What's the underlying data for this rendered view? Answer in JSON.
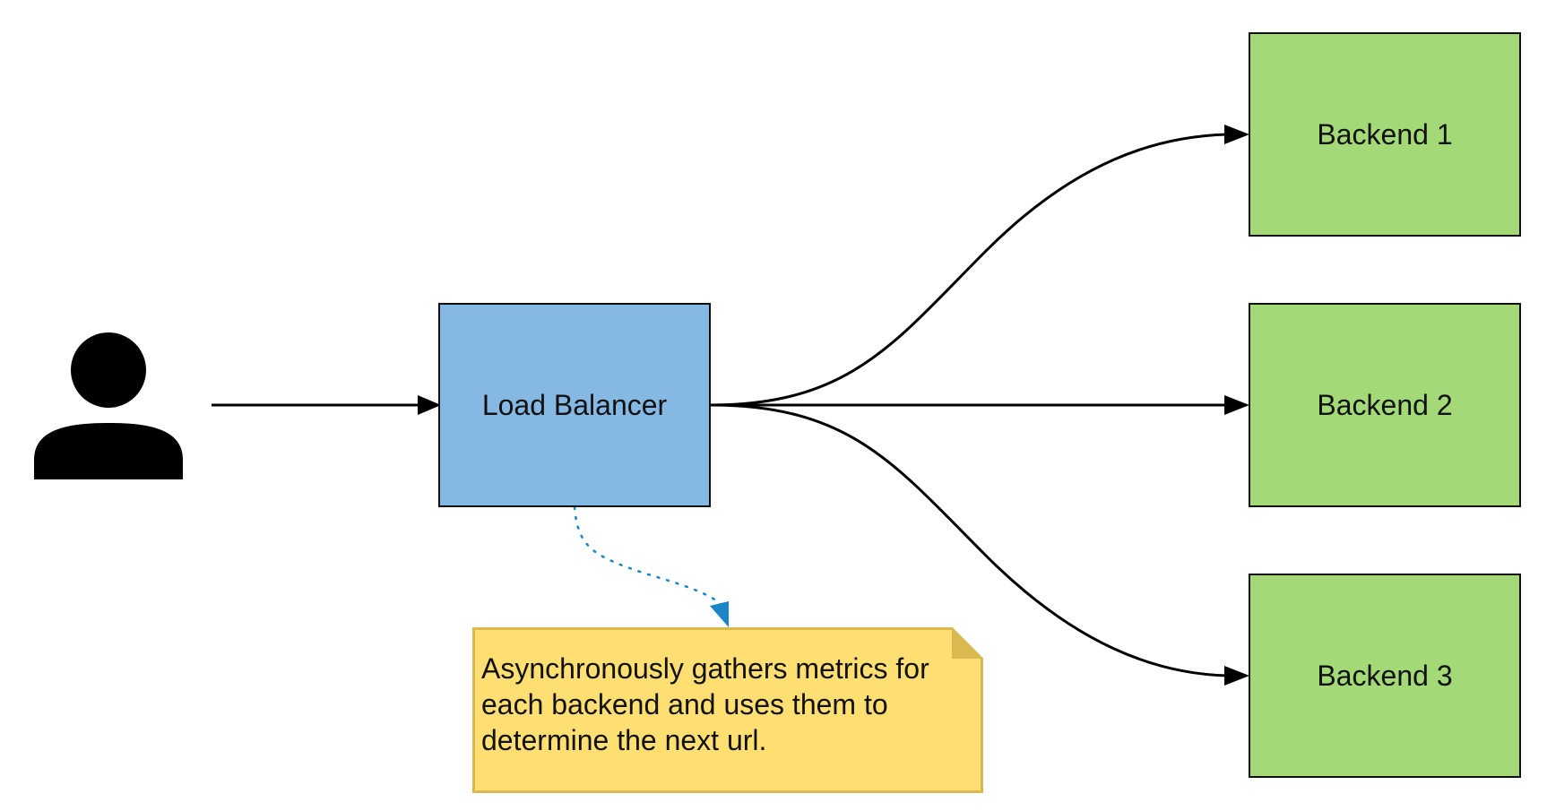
{
  "nodes": {
    "load_balancer": {
      "label": "Load Balancer",
      "fill": "#85B9E3"
    },
    "backend_1": {
      "label": "Backend 1",
      "fill": "#A3D977"
    },
    "backend_2": {
      "label": "Backend 2",
      "fill": "#A3D977"
    },
    "backend_3": {
      "label": "Backend 3",
      "fill": "#A3D977"
    }
  },
  "note": {
    "text": "Asynchronously gathers metrics for each backend and uses them to determine the next url.",
    "fill": "#FFDF71",
    "border": "#D9B950"
  },
  "user": {
    "icon": "user-icon",
    "color": "#000000"
  },
  "edges": [
    {
      "from": "user",
      "to": "load_balancer",
      "style": "solid",
      "color": "#000000"
    },
    {
      "from": "load_balancer",
      "to": "backend_1",
      "style": "solid",
      "color": "#000000"
    },
    {
      "from": "load_balancer",
      "to": "backend_2",
      "style": "solid",
      "color": "#000000"
    },
    {
      "from": "load_balancer",
      "to": "backend_3",
      "style": "solid",
      "color": "#000000"
    },
    {
      "from": "load_balancer",
      "to": "note",
      "style": "dotted",
      "color": "#1A86C7"
    }
  ]
}
